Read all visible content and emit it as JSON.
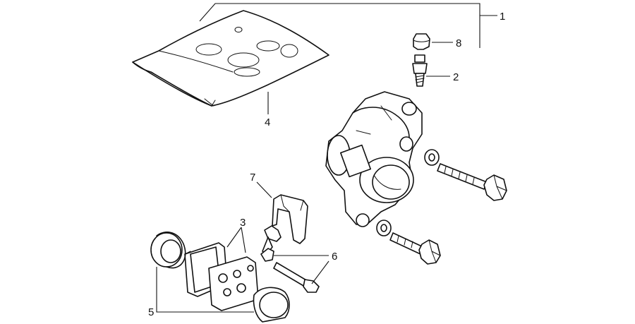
{
  "callouts": {
    "c1": "1",
    "c2": "2",
    "c3": "3",
    "c4": "4",
    "c5": "5",
    "c6": "6",
    "c7": "7",
    "c8": "8"
  },
  "colors": {
    "ink": "#111111",
    "background": "#ffffff"
  }
}
